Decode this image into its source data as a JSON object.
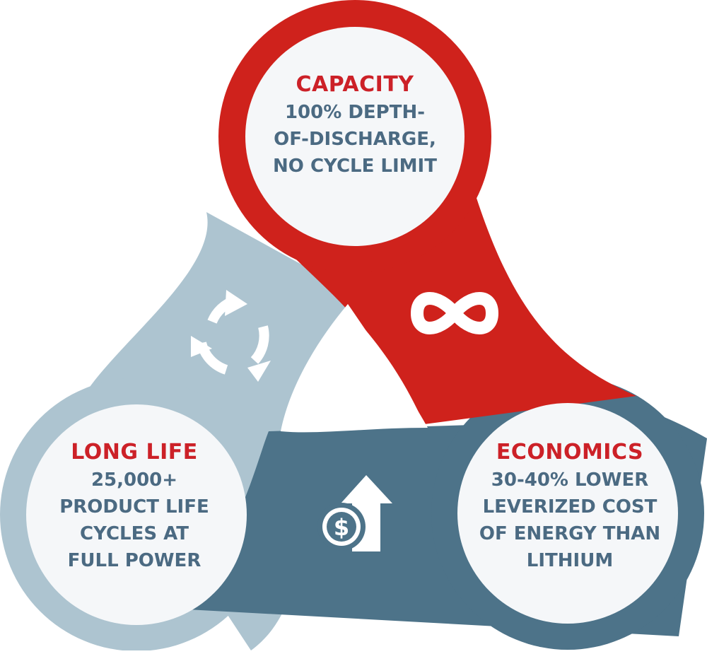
{
  "colors": {
    "capacity": "#cf221c",
    "economics": "#4d7389",
    "long_life": "#adc4d0",
    "circle_fill": "#f5f7f9",
    "title_text": "#cc2128",
    "body_text": "#4b6a82",
    "icon": "#ffffff"
  },
  "nodes": {
    "capacity": {
      "title": "CAPACITY",
      "lines": [
        "100% DEPTH-",
        "OF-DISCHARGE,",
        "NO CYCLE LIMIT"
      ],
      "icon": "infinity-icon"
    },
    "long_life": {
      "title": "LONG LIFE",
      "lines": [
        "25,000+",
        "PRODUCT LIFE",
        "CYCLES AT",
        "FULL POWER"
      ],
      "icon": "recycle-arrows-icon"
    },
    "economics": {
      "title": "ECONOMICS",
      "lines": [
        "30-40% LOWER",
        "LEVERIZED COST",
        "OF ENERGY THAN",
        "LITHIUM"
      ],
      "icon": "dollar-up-arrow-icon"
    }
  }
}
